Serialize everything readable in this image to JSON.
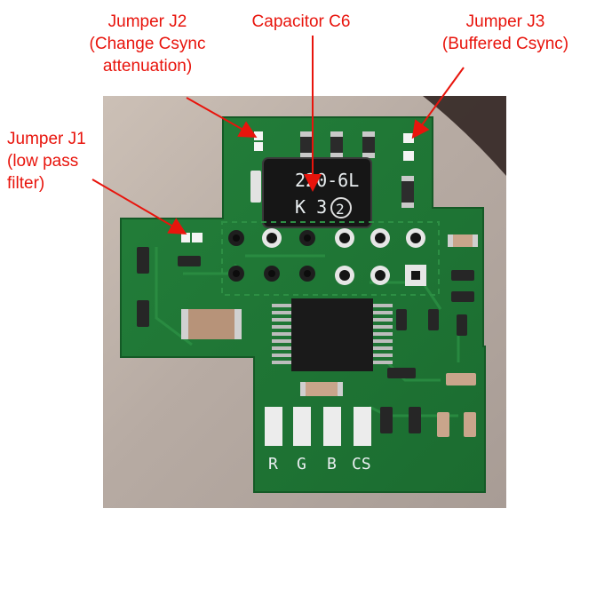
{
  "labels": {
    "j2": {
      "line1": "Jumper J2",
      "line2": "(Change Csync",
      "line3": "attenuation)"
    },
    "c6": {
      "line1": "Capacitor C6"
    },
    "j3": {
      "line1": "Jumper J3",
      "line2": "(Buffered Csync)"
    },
    "j1": {
      "line1": "Jumper J1",
      "line2": "(low pass",
      "line3": "filter)"
    }
  },
  "board": {
    "inductor_marking_line1": "220-6L",
    "inductor_marking_line2": "K 3",
    "inductor_marking_circle": "2",
    "pad_labels": [
      "R",
      "G",
      "B",
      "CS"
    ]
  },
  "colors": {
    "annotation": "#e8140c",
    "pcb_green": "#1f7a35",
    "silkscreen": "#e9eef0"
  }
}
